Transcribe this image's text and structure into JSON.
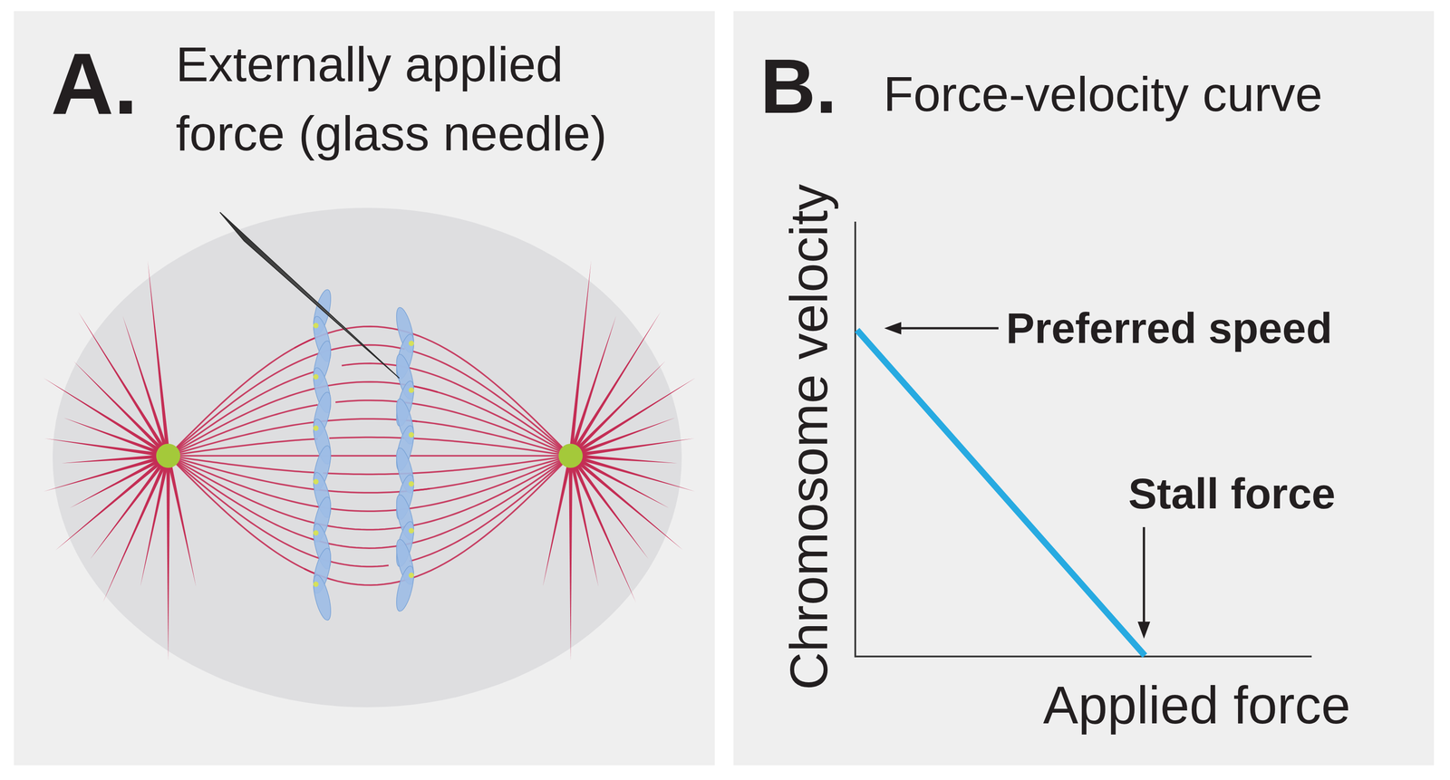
{
  "diagram": {
    "nodes": [
      {
        "text": [
          "A.",
          "Externally applied force (glass needle)"
        ]
      },
      {
        "text": [
          "B.",
          "Force-velocity curve"
        ]
      }
    ],
    "labels": [
      "Chromosome velocity",
      "Applied force",
      "Preferred speed",
      "Stall force"
    ]
  }
}
